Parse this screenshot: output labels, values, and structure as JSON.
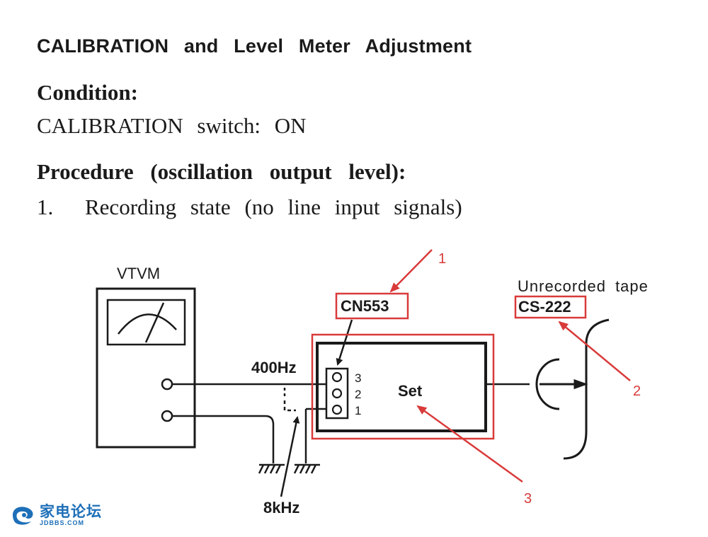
{
  "document": {
    "title": "CALIBRATION and Level Meter Adjustment",
    "condition_heading": "Condition:",
    "condition_text": "CALIBRATION switch: ON",
    "procedure_heading": "Procedure (oscillation output level):",
    "step_number": "1.",
    "step_text": "Recording state (no line input signals)"
  },
  "diagram": {
    "meter_label": "VTVM",
    "signal_400hz": "400Hz",
    "signal_8khz": "8kHz",
    "connector_label": "CN553",
    "pins": [
      "3",
      "2",
      "1"
    ],
    "set_label": "Set",
    "tape_label": "Unrecorded tape",
    "tape_model": "CS-222"
  },
  "annotations": {
    "callouts": [
      "1",
      "2",
      "3"
    ],
    "color": "#d93a3a"
  },
  "watermark": {
    "logo_cn": "家电论坛",
    "logo_en": "JDBBS.COM",
    "color": "#1d6fb8"
  }
}
